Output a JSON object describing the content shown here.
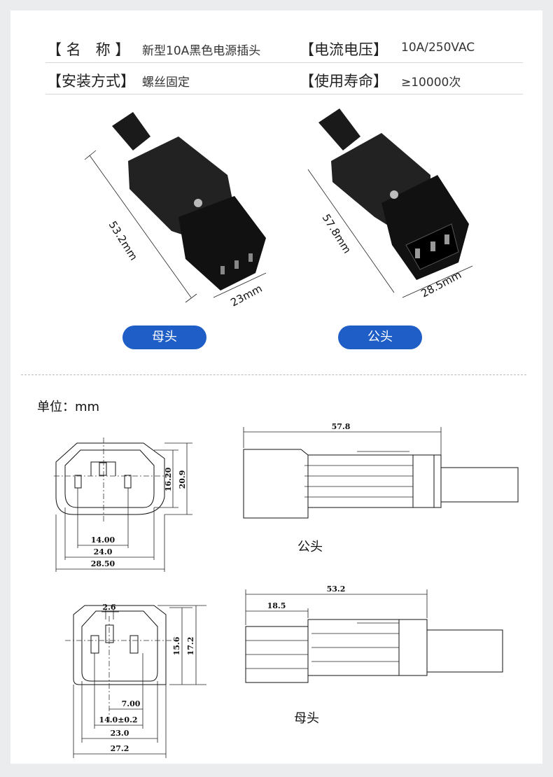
{
  "specs": [
    {
      "label": "【 名　称 】",
      "value": "新型10A黑色电源插头",
      "label2": "【电流电压】",
      "value2": "10A/250VAC"
    },
    {
      "label": "【安装方式】",
      "value": "螺丝固定",
      "label2": "【使用寿命】",
      "value2": "≥10000次"
    }
  ],
  "photos": {
    "female": {
      "length": "53.2mm",
      "width": "23mm",
      "button": "母头"
    },
    "male": {
      "length": "57.8mm",
      "width": "28.5mm",
      "button": "公头"
    }
  },
  "unit_label": "单位：mm",
  "drawings": {
    "male_front": {
      "d1": "14.00",
      "d2": "24.0",
      "d3": "28.50",
      "h1": "16.20",
      "h2": "20.9"
    },
    "male_side": {
      "length": "57.8",
      "caption": "公头"
    },
    "female_front": {
      "pin": "2.6",
      "d1": "7.00",
      "d2": "14.0±0.2",
      "d3": "23.0",
      "d4": "27.2",
      "h1": "15.6",
      "h2": "17.2"
    },
    "female_side": {
      "length": "53.2",
      "front": "18.5",
      "caption": "母头"
    }
  },
  "colors": {
    "accent": "#1e5ec6"
  }
}
